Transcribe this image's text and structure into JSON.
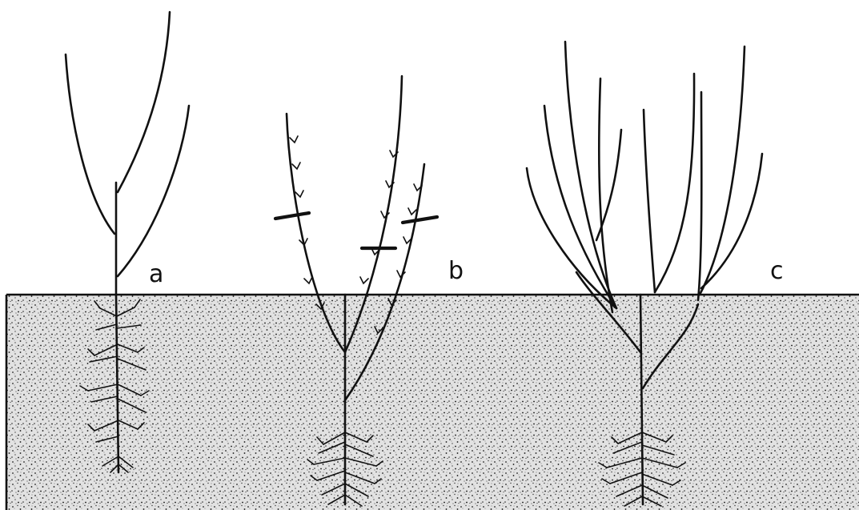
{
  "panels": [
    {
      "id": "a",
      "label": "a"
    },
    {
      "id": "b",
      "label": "b"
    },
    {
      "id": "c",
      "label": "c"
    }
  ],
  "colors": {
    "ink": "#111111",
    "paper": "#ffffff",
    "soil_base": "#dcdcdc"
  }
}
